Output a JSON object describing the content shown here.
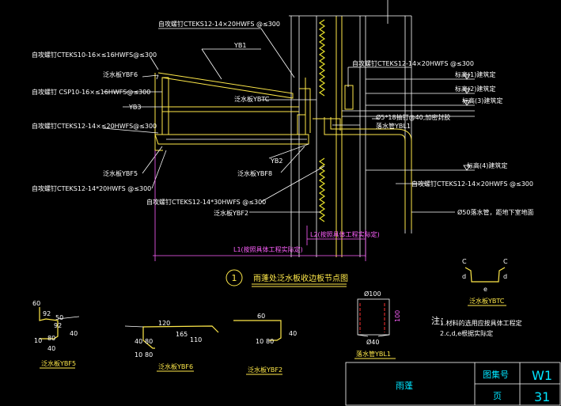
{
  "callouts": {
    "c1": "自攻螺钉CTEKS12-14×20HWFS @≤300",
    "c2": "自攻螺钉CTEKS10-16×≤16HWFS@≤300",
    "c3": "泛水板YBF6",
    "c4": "自攻螺钉 CSP10-16×≤16HWFS@≤300",
    "c5": "YB3",
    "c6": "自攻螺钉CTEKS12-14×≤20HWFS@≤300",
    "c7": "泛水板YBF5",
    "c8": "自攻螺钉CTEKS12-14*20HWFS @≤300",
    "c9": "YB1",
    "c10": "自攻螺钉CTEKS12-14×20HWFS @≤300",
    "c11": "泛水板YBTC",
    "c12": "YB2",
    "c13": "泛水板YBF8",
    "c14": "自攻螺钉CTEKS12-14*30HWFS @≤300",
    "c15": "泛水板YBF2",
    "c16": "Ø5*18抽钉@40,加密封胶",
    "c17": "落水管YBL1",
    "c18": "标高(1)建筑定",
    "c19": "标高(2)建筑定",
    "c20": "标高(3)建筑定",
    "c21": "标高(4)建筑定",
    "c22": "自攻螺钉CTEKS12-14×20HWFS @≤300",
    "c23": "Ø50落水管，距地下室地面",
    "c24": "L2(按照具体工程实际定)",
    "c25": "L1(按照具体工程实际定)"
  },
  "detail_title": {
    "number": "1",
    "text": "雨蓬处泛水板收边板节点图"
  },
  "profiles": {
    "ybf5": {
      "label": "泛水板YBF5",
      "dims": [
        "60",
        "92",
        "50",
        "92",
        "40",
        "10",
        "80",
        "40"
      ]
    },
    "ybf6": {
      "label": "泛水板YBF6",
      "dims": [
        "120",
        "165",
        "110",
        "40",
        "80",
        "10",
        "80"
      ]
    },
    "ybf2": {
      "label": "泛水板YBF2",
      "dims": [
        "60",
        "10",
        "80",
        "40"
      ]
    },
    "ybl1": {
      "label": "落水管YBL1",
      "dims": [
        "Ø100",
        "100",
        "Ø40"
      ]
    },
    "ybtc": {
      "label": "泛水板YBTC",
      "dims": [
        "C",
        "C",
        "d",
        "d",
        "e"
      ]
    }
  },
  "notes": {
    "heading": "注：",
    "line1": "1.材料的选用应按具体工程定",
    "line2": "2.c,d,e根据实际定"
  },
  "title_block": {
    "name": "雨蓬",
    "atlas_label": "图集号",
    "atlas_value": "W1",
    "page_label": "页",
    "page_value": "31"
  }
}
